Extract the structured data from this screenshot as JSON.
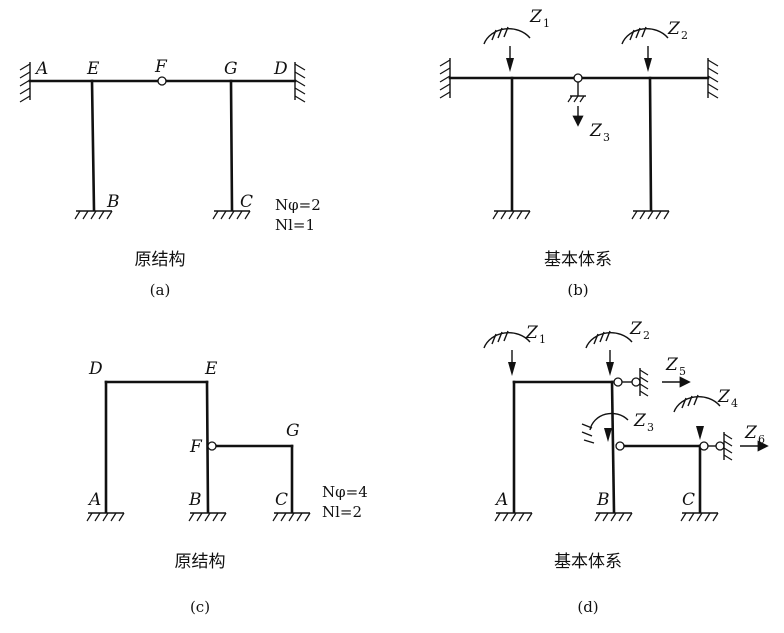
{
  "panel_a": {
    "nodes": {
      "A": "A",
      "E": "E",
      "F": "F",
      "G": "G",
      "D": "D",
      "B": "B",
      "C": "C"
    },
    "n_phi": "Nφ=2",
    "n_l": "Nl=1",
    "caption": "原结构",
    "tag": "(a)"
  },
  "panel_b": {
    "z1": "Z",
    "z1_sub": "1",
    "z2": "Z",
    "z2_sub": "2",
    "z3": "Z",
    "z3_sub": "3",
    "caption": "基本体系",
    "tag": "(b)"
  },
  "panel_c": {
    "nodes": {
      "D": "D",
      "E": "E",
      "F": "F",
      "G": "G",
      "A": "A",
      "B": "B",
      "C": "C"
    },
    "n_phi": "Nφ=4",
    "n_l": "Nl=2",
    "caption": "原结构",
    "tag": "(c)"
  },
  "panel_d": {
    "nodes": {
      "A": "A",
      "B": "B",
      "C": "C"
    },
    "z1": "Z",
    "z1_sub": "1",
    "z2": "Z",
    "z2_sub": "2",
    "z3": "Z",
    "z3_sub": "3",
    "z4": "Z",
    "z4_sub": "4",
    "z5": "Z",
    "z5_sub": "5",
    "z6": "Z",
    "z6_sub": "6",
    "caption": "基本体系",
    "tag": "(d)"
  }
}
